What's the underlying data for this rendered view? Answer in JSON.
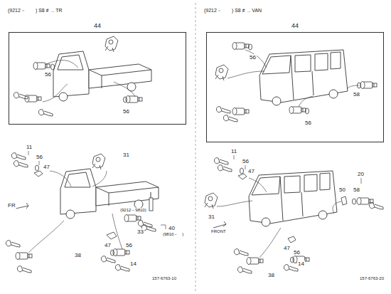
{
  "diagram": {
    "nodes": [
      {
        "text": [
          "44"
        ]
      },
      {
        "text": [
          "44"
        ]
      }
    ],
    "labels": [
      "(9212－　　) S8＃ ‥ TR",
      "56",
      "56",
      "11",
      "56",
      "47",
      "31",
      "FR",
      "(9212－9810)",
      "40",
      "33",
      "(9810－　)",
      "38",
      "47",
      "56",
      "14",
      "157-6763-10",
      "(9212－　　) S8＃ ‥ VAN",
      "56",
      "58",
      "56",
      "11",
      "56",
      "47",
      "20",
      "50",
      "58",
      "31",
      "FRONT",
      "47",
      "56",
      "14",
      "38",
      "157-6763-20"
    ]
  }
}
